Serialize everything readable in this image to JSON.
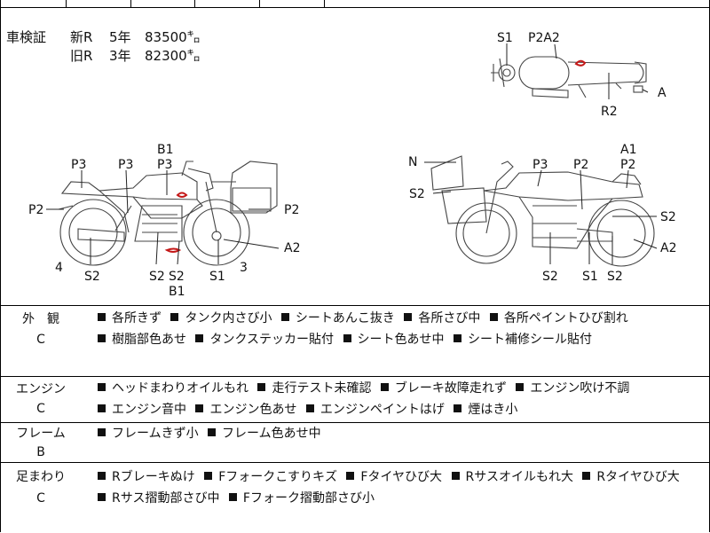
{
  "certificate": {
    "label": "車検証",
    "rows": [
      {
        "kind": "新R",
        "years": "5年",
        "mileage": "83500㌔"
      },
      {
        "kind": "旧R",
        "years": "3年",
        "mileage": "82300㌔"
      }
    ]
  },
  "diagram_labels": {
    "top_view": {
      "s1": "S1",
      "p2a2": "P2A2",
      "r2": "R2",
      "a": "A"
    },
    "left_side": {
      "b1_top": "B1",
      "p3_a": "P3",
      "p3_b": "P3",
      "p3_c": "P3",
      "p2_left": "P2",
      "p2_right": "P2",
      "a2": "A2",
      "num4": "4",
      "s2_a": "S2",
      "s2_b": "S2",
      "s2_c": "S2",
      "s1": "S1",
      "num3": "3",
      "b1_bottom": "B1"
    },
    "right_side": {
      "n": "N",
      "s2_upper": "S2",
      "p3": "P3",
      "p2": "P2",
      "a1": "A1",
      "p2_right": "P2",
      "s2_right": "S2",
      "a2": "A2",
      "s2_a": "S2",
      "s1": "S1",
      "s2_b": "S2"
    }
  },
  "sections": [
    {
      "name": "外　観",
      "grade": "C",
      "items": [
        "各所きず",
        "タンク内さび小",
        "シートあんこ抜き",
        "各所さび中",
        "各所ペイントひび割れ",
        "樹脂部色あせ",
        "タンクステッカー貼付",
        "シート色あせ中",
        "シート補修シール貼付"
      ]
    },
    {
      "name": "エンジン",
      "grade": "C",
      "items": [
        "ヘッドまわりオイルもれ",
        "走行テスト未確認",
        "ブレーキ故障走れず",
        "エンジン吹け不調",
        "エンジン音中",
        "エンジン色あせ",
        "エンジンペイントはげ",
        "煙はき小"
      ]
    },
    {
      "name": "フレーム",
      "grade": "B",
      "items": [
        "フレームきず小",
        "フレーム色あせ中"
      ]
    },
    {
      "name": "足まわり",
      "grade": "C",
      "items": [
        "Rブレーキぬけ",
        "Fフォークこすりキズ",
        "Fタイヤひび大",
        "Rサスオイルもれ大",
        "Rタイヤひび大",
        "Rサス摺動部さび中",
        "Fフォーク摺動部さび小"
      ]
    }
  ]
}
